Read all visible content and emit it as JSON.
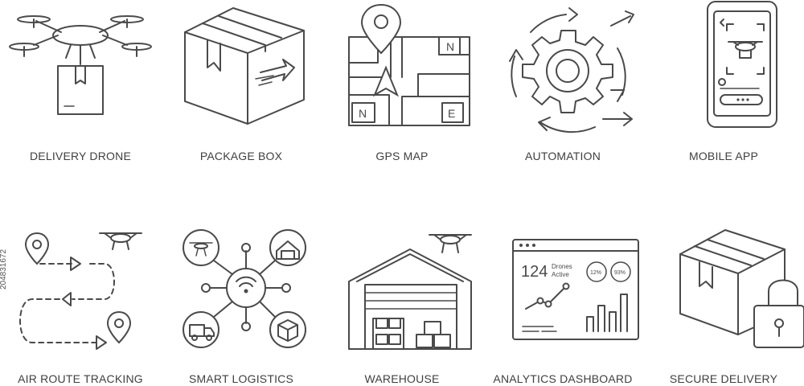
{
  "icons": [
    {
      "name": "delivery-drone",
      "label": "DELIVERY DRONE"
    },
    {
      "name": "package-box",
      "label": "PACKAGE BOX"
    },
    {
      "name": "gps-map",
      "label": "GPS MAP"
    },
    {
      "name": "automation",
      "label": "AUTOMATION"
    },
    {
      "name": "mobile-app",
      "label": "MOBILE APP"
    },
    {
      "name": "air-route-tracking",
      "label": "AIR ROUTE TRACKING"
    },
    {
      "name": "smart-logistics",
      "label": "SMART LOGISTICS"
    },
    {
      "name": "warehouse",
      "label": "WAREHOUSE"
    },
    {
      "name": "analytics-dashboard",
      "label": "ANALYTICS DASHBOARD"
    },
    {
      "name": "secure-delivery",
      "label": "SECURE DELIVERY"
    }
  ],
  "gps_map": {
    "letters": [
      "N",
      "N",
      "E"
    ]
  },
  "analytics": {
    "count": "124",
    "count_label_1": "Drones",
    "count_label_2": "Active",
    "gauge_1": "12%",
    "gauge_2": "93%"
  },
  "watermark": "204831672"
}
